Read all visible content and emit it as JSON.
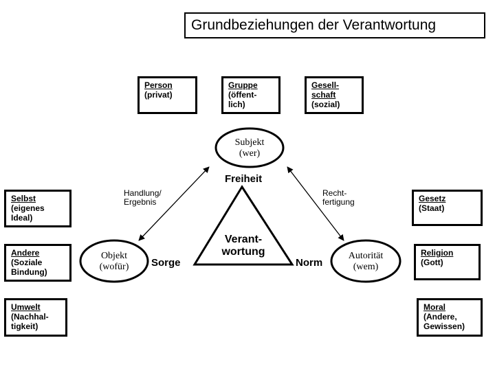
{
  "title": "Grundbeziehungen der Verantwortung",
  "top_boxes": [
    {
      "head": "Person",
      "sub": "(privat)"
    },
    {
      "head": "Gruppe",
      "sub": "(öffent-\nlich)"
    },
    {
      "head": "Gesell-\nschaft",
      "sub": "(sozial)"
    }
  ],
  "left_boxes": [
    {
      "head": "Selbst",
      "sub": "(eigenes\nIdeal)"
    },
    {
      "head": "Andere",
      "sub": "(Soziale\nBindung)"
    },
    {
      "head": "Umwelt",
      "sub": "(Nachhal-\ntigkeit)"
    }
  ],
  "right_boxes": [
    {
      "head": "Gesetz",
      "sub": "(Staat)"
    },
    {
      "head": "Religion",
      "sub": "(Gott)"
    },
    {
      "head": "Moral",
      "sub": "(Andere,\nGewissen)"
    }
  ],
  "ellipses": {
    "subjekt": "Subjekt\n(wer)",
    "objekt": "Objekt\n(wofür)",
    "autoritaet": "Autorität\n(wem)"
  },
  "labels": {
    "freiheit": "Freiheit",
    "sorge": "Sorge",
    "norm": "Norm",
    "center": "Verant-\nwortung",
    "handlung": "Handlung/\nErgebnis",
    "rechtfertigung": "Recht-\nfertigung"
  }
}
